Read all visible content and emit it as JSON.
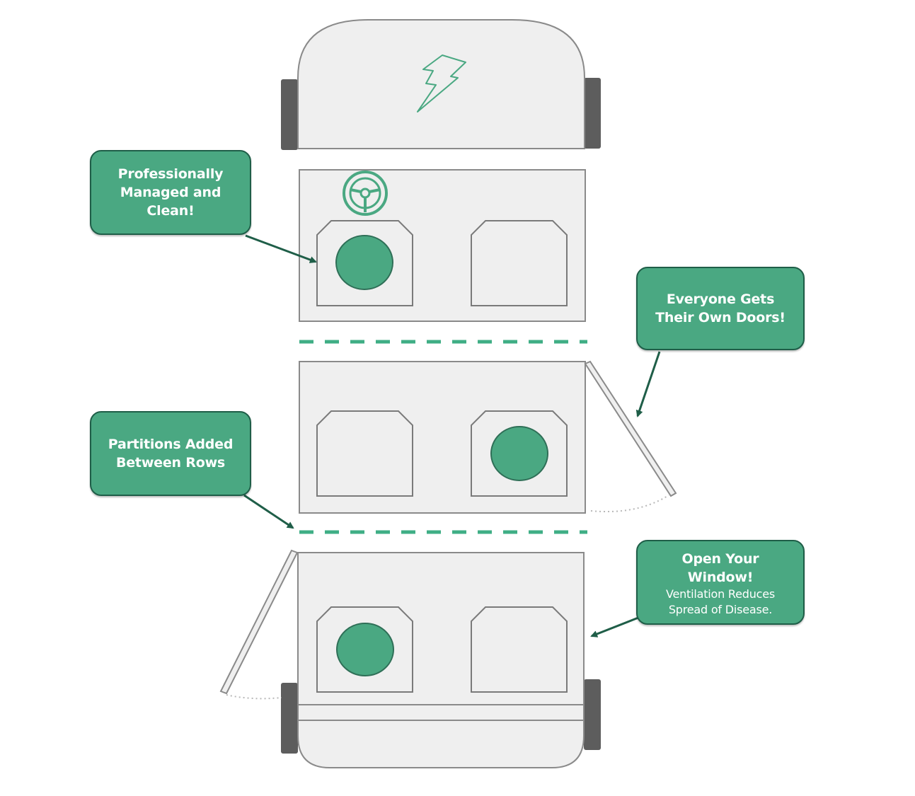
{
  "callouts": {
    "professional": {
      "title": "Professionally\nManaged and\nClean!"
    },
    "doors": {
      "title": "Everyone Gets\nTheir Own Doors!"
    },
    "partitions": {
      "title": "Partitions Added\nBetween Rows"
    },
    "window": {
      "title": "Open Your\nWindow!",
      "subtitle": "Ventilation Reduces\nSpread of Disease."
    }
  },
  "icons": {
    "bolt": "lightning-bolt-icon",
    "wheel": "steering-wheel-icon"
  },
  "colors": {
    "accent": "#4aa882",
    "accent_dark": "#1f5e48",
    "vehicle_fill": "#efefef",
    "vehicle_stroke": "#8a8a8a",
    "wheel_fill": "#5d5d5d",
    "partition": "#3fae85"
  }
}
